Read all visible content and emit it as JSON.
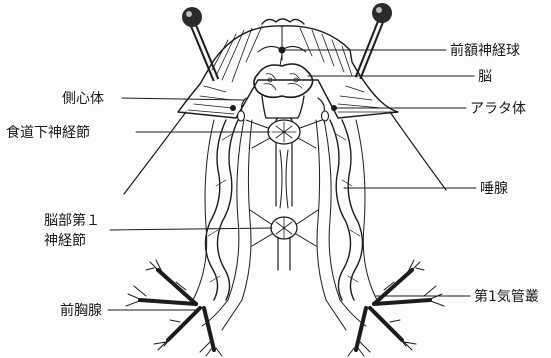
{
  "labels": {
    "frontal_ganglion": "前額神経球",
    "brain": "脳",
    "corpus_allatum": "アラタ体",
    "corpus_cardiacum": "側心体",
    "subesophageal_ganglion": "食道下神経節",
    "salivary_gland": "唾腺",
    "thoracic_ganglion_line1": "脳部第１",
    "thoracic_ganglion_line2": "神経節",
    "prothoracic_gland": "前胸腺",
    "first_tracheal_plexus": "第1気管叢"
  }
}
